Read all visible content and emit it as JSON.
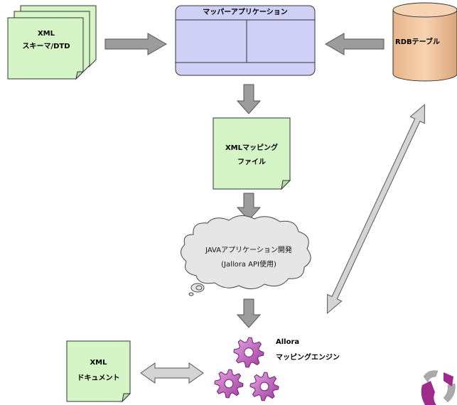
{
  "xml_schema_docs": {
    "line1": "XML",
    "line2": "スキーマ/DTD"
  },
  "mapper_app": {
    "title": "マッパーアプリケーション"
  },
  "rdb_table": {
    "label": "RDBテーブル"
  },
  "mapping_file": {
    "line1": "XMLマッピング",
    "line2": "ファイル"
  },
  "java_app_cloud": {
    "line1": "JAVAアプリケーション開発",
    "line2": "(Jallora API使用)"
  },
  "allora_engine": {
    "line1": "Allora",
    "line2": "マッピングエンジン"
  },
  "xml_document": {
    "line1": "XML",
    "line2": "ドキュメント"
  },
  "colors": {
    "doc_fill": "#d6f5c6",
    "mapper_fill": "#d0d0f7",
    "cylinder_fill": "#f2c49c",
    "cloud_fill": "#e6e6e6",
    "arrow_fill": "#9c9c9c",
    "gear_fill": "#c66cc6"
  }
}
